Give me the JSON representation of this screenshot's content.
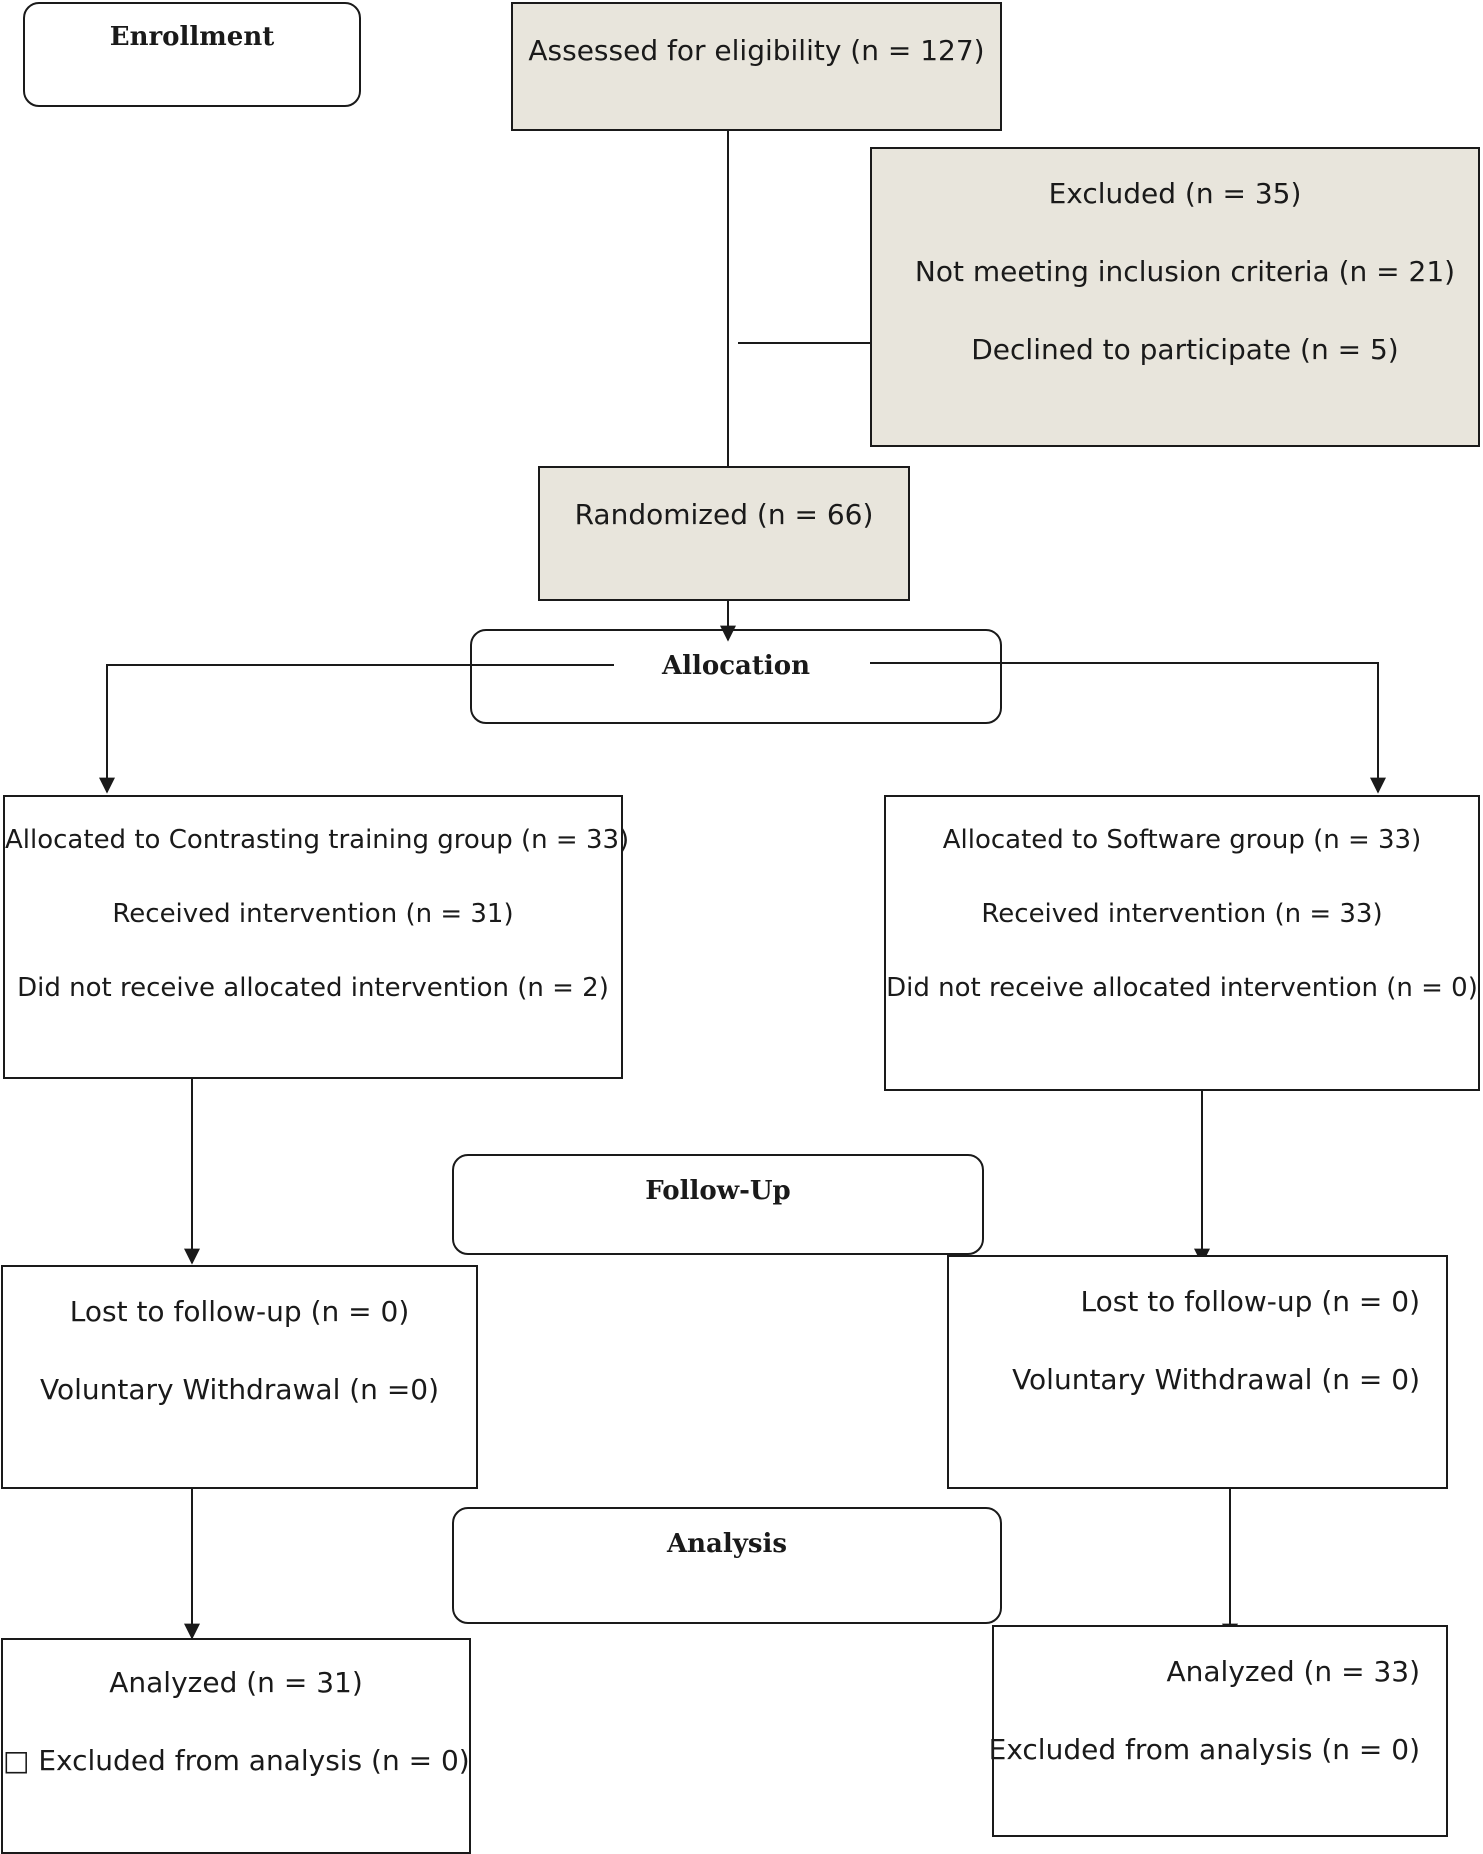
{
  "stages": {
    "enrollment": "Enrollment",
    "allocation": "Allocation",
    "follow_up": "Follow-Up",
    "analysis": "Analysis"
  },
  "enrollment": {
    "assessed": "Assessed for eligibility (n = 127)",
    "excluded": {
      "title": "Excluded (n = 35)",
      "not_meeting": "Not meeting inclusion criteria (n = 21)",
      "declined": "Declined to participate (n = 5)"
    },
    "randomized": "Randomized (n = 66)"
  },
  "allocation": {
    "left": {
      "allocated": "Allocated to Contrasting training group (n = 33)",
      "received": "Received intervention (n = 31)",
      "not_received": "Did not receive allocated intervention (n = 2)"
    },
    "right": {
      "allocated": "Allocated to Software group (n = 33)",
      "received": "Received intervention (n = 33)",
      "not_received": "Did not receive allocated intervention (n = 0)"
    }
  },
  "follow_up": {
    "left": {
      "lost": "Lost to follow-up (n = 0)",
      "withdrawal": "Voluntary Withdrawal (n =0)"
    },
    "right": {
      "lost": "Lost to follow-up (n = 0)",
      "withdrawal": "Voluntary Withdrawal (n = 0)"
    }
  },
  "analysis": {
    "left": {
      "analyzed": "Analyzed (n = 31)",
      "excluded": "□ Excluded from analysis (n = 0)"
    },
    "right": {
      "analyzed": "Analyzed (n = 33)",
      "excluded": "Excluded from analysis (n = 0)"
    }
  }
}
